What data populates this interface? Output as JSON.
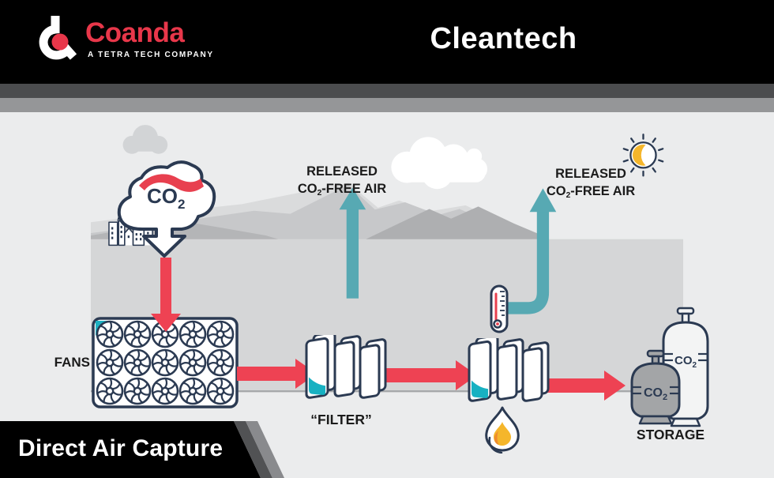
{
  "header": {
    "brand": "Coanda",
    "tagline": "A TETRA TECH COMPANY",
    "title": "Cleantech"
  },
  "banner": {
    "title": "Direct Air Capture"
  },
  "co2_cloud": {
    "co": "CO",
    "sub": "2"
  },
  "labels": {
    "fans": "FANS",
    "filter": "“FILTER”",
    "storage": "STORAGE",
    "released_air_1": {
      "line1": "RELEASED",
      "co": "CO",
      "sub": "2",
      "rest": "-FREE AIR"
    },
    "released_air_2": {
      "line1": "RELEASED",
      "co": "CO",
      "sub": "2",
      "rest": "-FREE AIR"
    }
  },
  "storage_tanks": {
    "small_tank_label": {
      "co": "CO",
      "sub": "2"
    },
    "tall_tank_label": {
      "co": "CO",
      "sub": "2"
    }
  },
  "colors": {
    "accent_red": "#ee4253",
    "brand_red": "#e8374a",
    "accent_teal": "#57a9b3",
    "accent_teal_bright": "#17b1c2",
    "outline_navy": "#2b3a52",
    "accent_yellow": "#f5b62b",
    "sky_gray": "#ebeced",
    "ground_gray": "#d5d6d7",
    "header_black": "#000000"
  },
  "icons": [
    "coanda-logo-icon",
    "co2-cloud-icon",
    "down-arrow-icon",
    "fans-icon",
    "filter-icon",
    "thermometer-icon",
    "flame-icon",
    "sun-icon",
    "city-skyline-icon",
    "cloud-icon",
    "mountains-graphic",
    "storage-tanks-icon",
    "up-arrow-icon",
    "red-flow-arrow"
  ]
}
